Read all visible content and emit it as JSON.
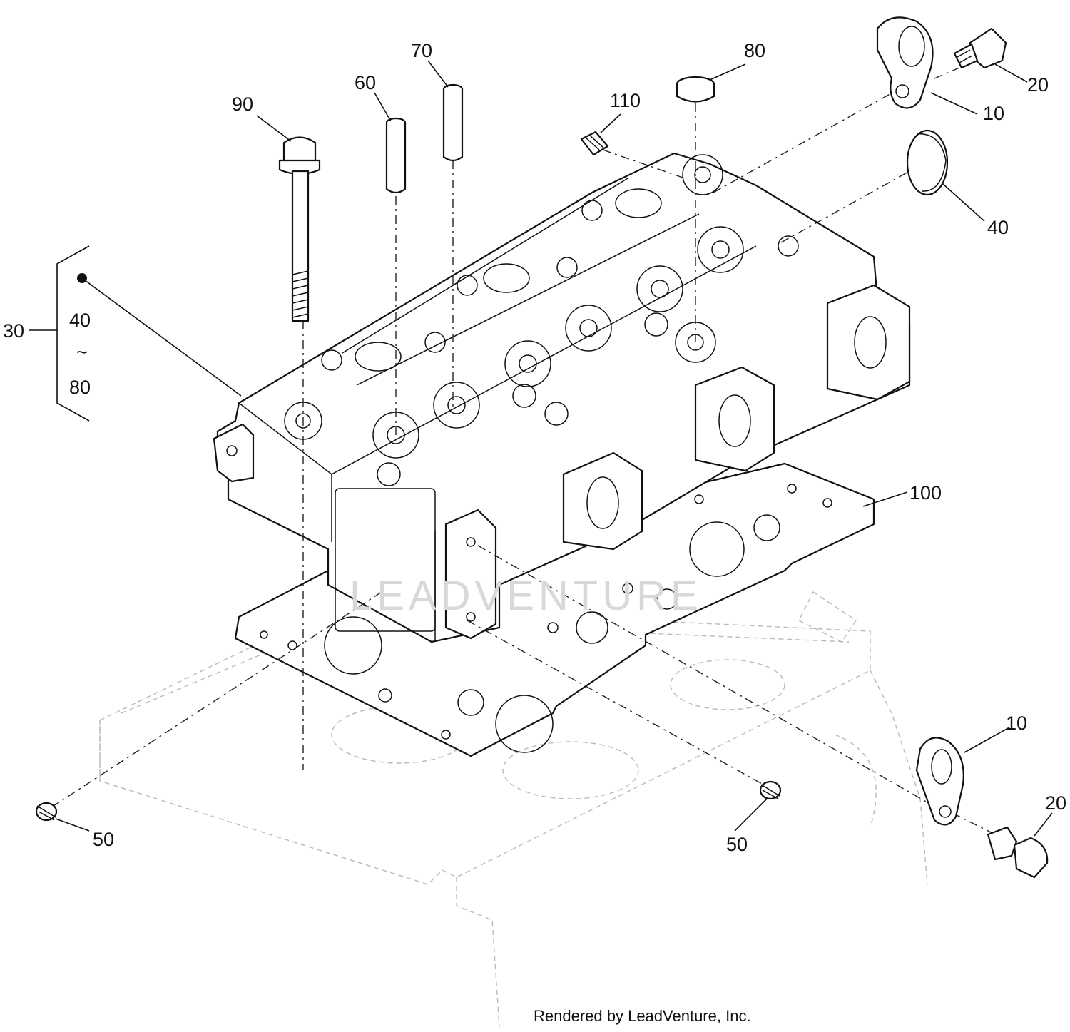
{
  "callouts": {
    "c10_top": "10",
    "c20_top": "20",
    "c40_right": "40",
    "c80_top": "80",
    "c110": "110",
    "c70": "70",
    "c60": "60",
    "c90": "90",
    "c30": "30",
    "c30_range_start": "40",
    "c30_range_sep": "~",
    "c30_range_end": "80",
    "c100": "100",
    "c10_bottom": "10",
    "c20_bottom": "20",
    "c50_left": "50",
    "c50_mid": "50"
  },
  "watermark": "LEADVENTURE",
  "credit": "Rendered by LeadVenture, Inc."
}
